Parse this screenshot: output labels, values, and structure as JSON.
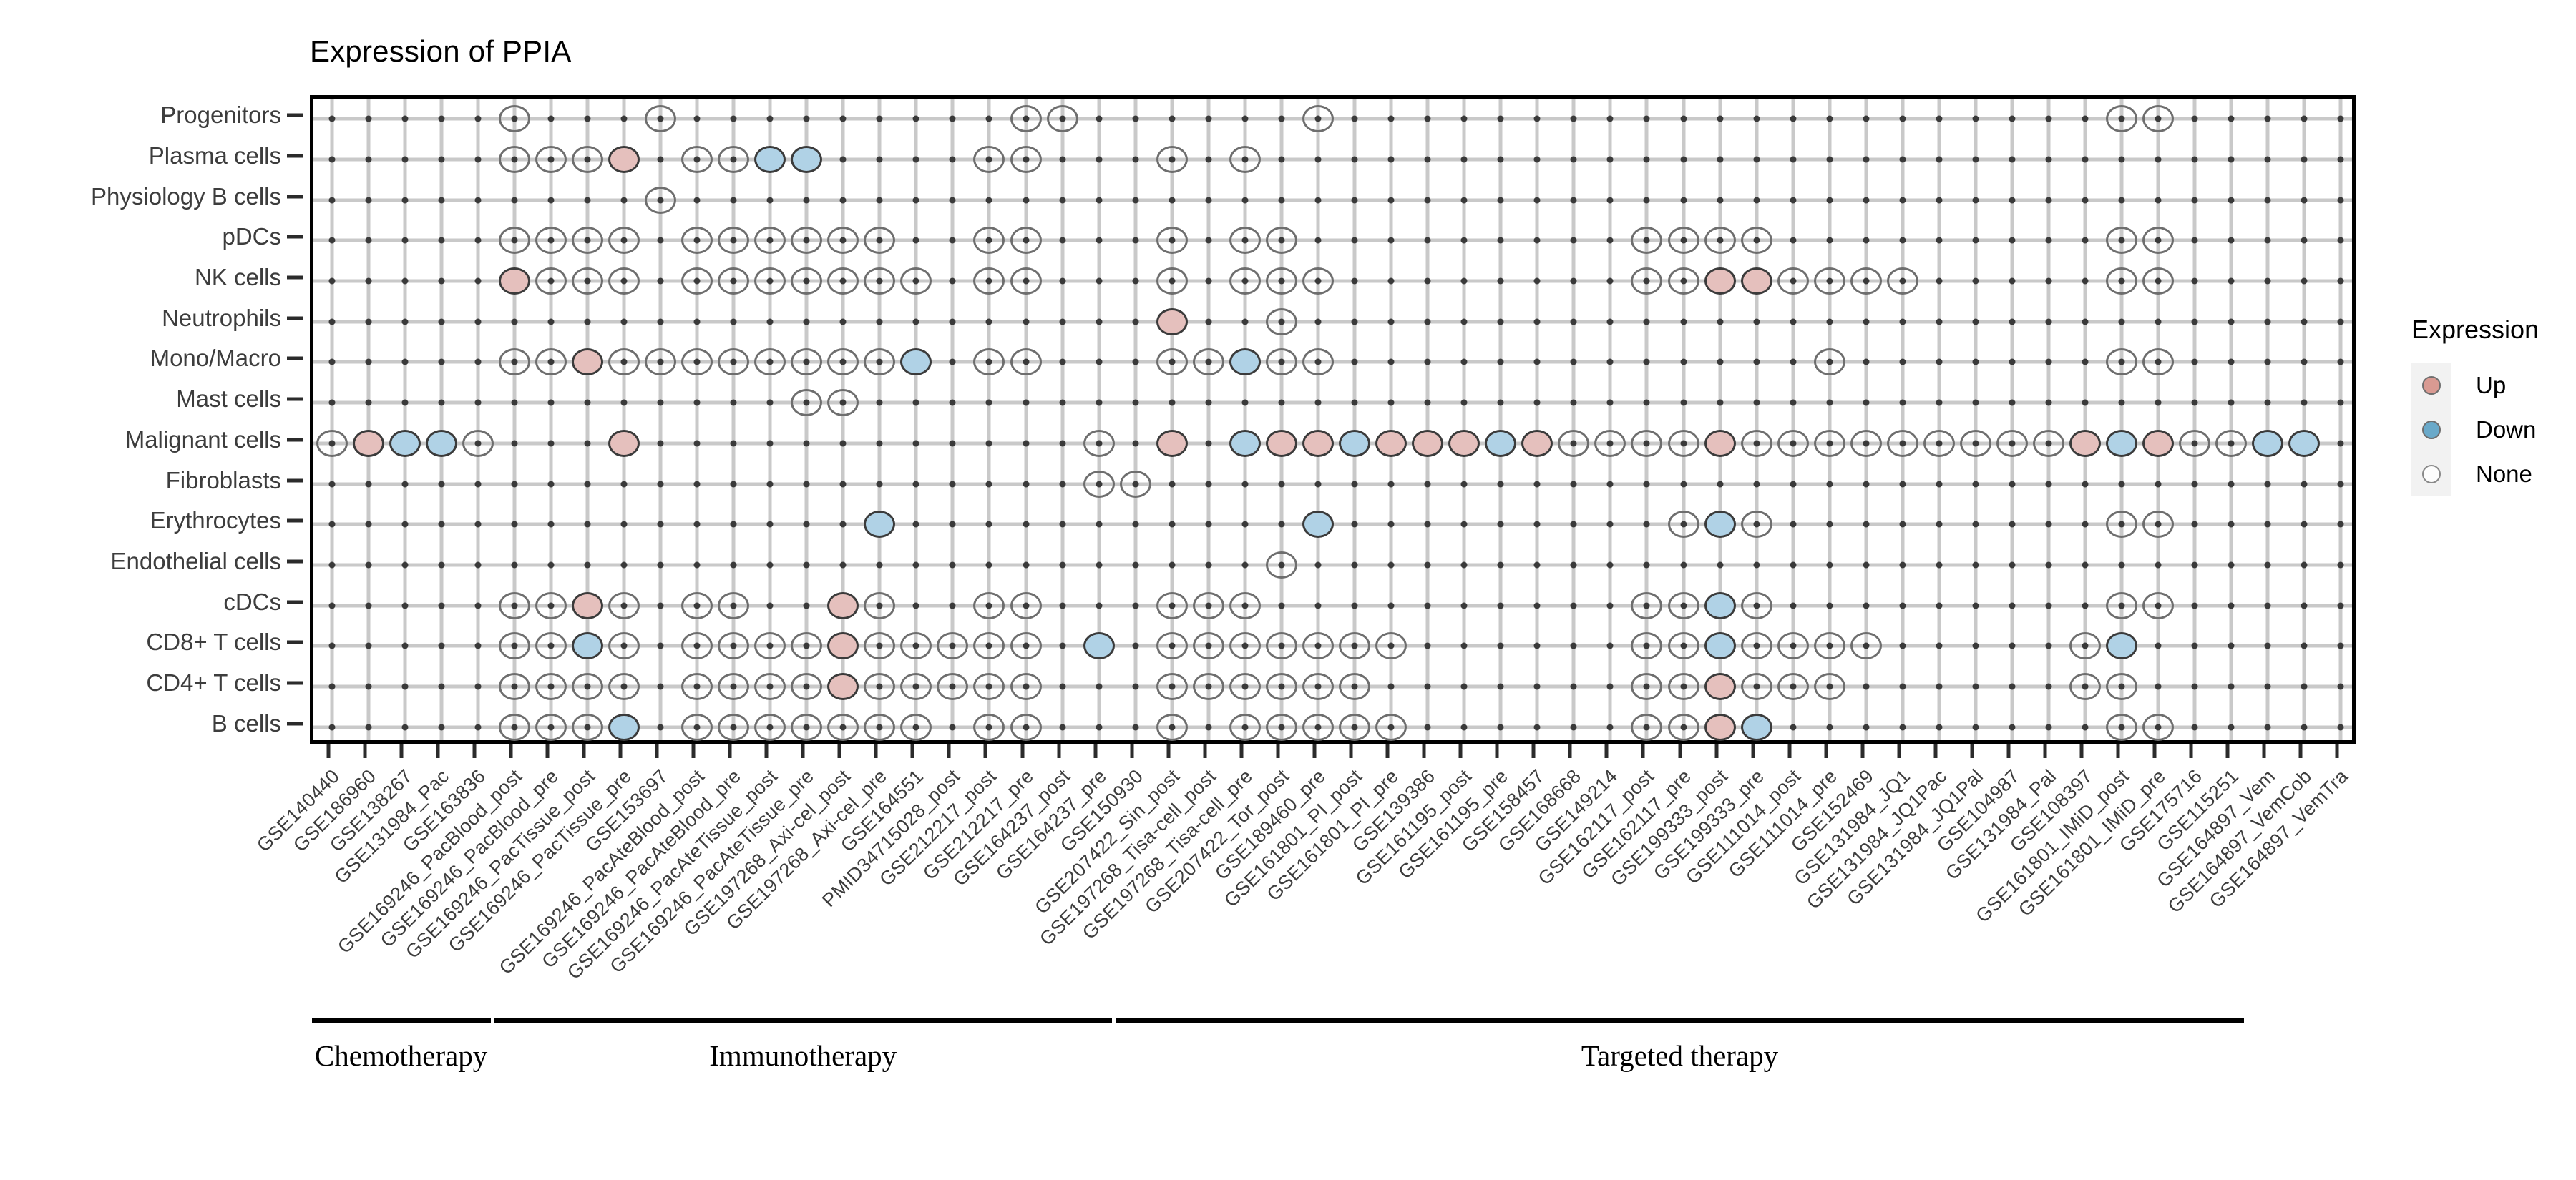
{
  "title": "Expression of PPIA",
  "legend": {
    "title": "Expression",
    "items": [
      {
        "label": "Up",
        "key": "up",
        "color": "#d99a92"
      },
      {
        "label": "Down",
        "key": "down",
        "color": "#6aa9c9"
      },
      {
        "label": "None",
        "key": "none",
        "color": "#fdfdfd"
      }
    ]
  },
  "groups": [
    {
      "label": "Chemotherapy",
      "start": 0,
      "end": 4
    },
    {
      "label": "Immunotherapy",
      "start": 5,
      "end": 21
    },
    {
      "label": "Targeted therapy",
      "start": 22,
      "end": 52
    }
  ],
  "chart_data": {
    "type": "heatmap",
    "title": "Expression of PPIA",
    "xlabel": "",
    "ylabel": "",
    "grid": true,
    "legend_position": "right",
    "value_labels": {
      "up": "Up",
      "down": "Down",
      "none": "None",
      "absent": ""
    },
    "categories": [
      "GSE140440",
      "GSE186960",
      "GSE138267",
      "GSE131984_Pac",
      "GSE163836",
      "GSE169246_PacBlood_post",
      "GSE169246_PacBlood_pre",
      "GSE169246_PacTissue_post",
      "GSE169246_PacTissue_pre",
      "GSE153697",
      "GSE169246_PacAteBlood_post",
      "GSE169246_PacAteBlood_pre",
      "GSE169246_PacAteTissue_post",
      "GSE169246_PacAteTissue_pre",
      "GSE197268_Axi-cel_post",
      "GSE197268_Axi-cel_pre",
      "GSE164551",
      "PMID34715028_post",
      "GSE212217_post",
      "GSE212217_pre",
      "GSE164237_post",
      "GSE164237_pre",
      "GSE150930",
      "GSE207422_Sin_post",
      "GSE197268_Tisa-cell_post",
      "GSE197268_Tisa-cell_pre",
      "GSE207422_Tor_post",
      "GSE189460_pre",
      "GSE161801_PI_post",
      "GSE161801_PI_pre",
      "GSE139386",
      "GSE161195_post",
      "GSE161195_pre",
      "GSE158457",
      "GSE168668",
      "GSE149214",
      "GSE162117_post",
      "GSE162117_pre",
      "GSE199333_post",
      "GSE199333_pre",
      "GSE111014_post",
      "GSE111014_pre",
      "GSE152469",
      "GSE131984_JQ1",
      "GSE131984_JQ1Pac",
      "GSE131984_JQ1Pal",
      "GSE104987",
      "GSE131984_Pal",
      "GSE108397",
      "GSE161801_IMiD_post",
      "GSE161801_IMiD_pre",
      "GSE175716",
      "GSE115251",
      "GSE164897_Vem",
      "GSE164897_VemCob",
      "GSE164897_VemTra"
    ],
    "rows": [
      "Progenitors",
      "Plasma cells",
      "Physiology B cells",
      "pDCs",
      "NK cells",
      "Neutrophils",
      "Mono/Macro",
      "Mast cells",
      "Malignant cells",
      "Fibroblasts",
      "Erythrocytes",
      "Endothelial cells",
      "cDCs",
      "CD8+ T cells",
      "CD4+ T cells",
      "B cells"
    ],
    "matrix": [
      [
        "",
        "",
        "",
        "",
        "",
        "none",
        "",
        "",
        "",
        "none",
        "",
        "",
        "",
        "",
        "",
        "",
        "",
        "",
        "",
        "none",
        "none",
        "",
        "",
        "",
        "",
        "",
        "",
        "none",
        "",
        "",
        "",
        "",
        "",
        "",
        "",
        "",
        "",
        "",
        "",
        "",
        "",
        "",
        "",
        "",
        "",
        "",
        "",
        "",
        "",
        "none",
        "none",
        "",
        "",
        "",
        "",
        ""
      ],
      [
        "",
        "",
        "",
        "",
        "",
        "none",
        "none",
        "none",
        "up",
        "",
        "none",
        "none",
        "down",
        "down",
        "",
        "",
        "",
        "",
        "none",
        "none",
        "",
        "",
        "",
        "none",
        "",
        "none",
        "",
        "",
        "",
        "",
        "",
        "",
        "",
        "",
        "",
        "",
        "",
        "",
        "",
        "",
        "",
        "",
        "",
        "",
        "",
        "",
        "",
        "",
        "",
        "",
        "",
        "",
        "",
        "",
        "",
        ""
      ],
      [
        "",
        "",
        "",
        "",
        "",
        "",
        "",
        "",
        "",
        "none",
        "",
        "",
        "",
        "",
        "",
        "",
        "",
        "",
        "",
        "",
        "",
        "",
        "",
        "",
        "",
        "",
        "",
        "",
        "",
        "",
        "",
        "",
        "",
        "",
        "",
        "",
        "",
        "",
        "",
        "",
        "",
        "",
        "",
        "",
        "",
        "",
        "",
        "",
        "",
        "",
        "",
        "",
        "",
        "",
        "",
        ""
      ],
      [
        "",
        "",
        "",
        "",
        "",
        "none",
        "none",
        "none",
        "none",
        "",
        "none",
        "none",
        "none",
        "none",
        "none",
        "none",
        "",
        "",
        "none",
        "none",
        "",
        "",
        "",
        "none",
        "",
        "none",
        "none",
        "",
        "",
        "",
        "",
        "",
        "",
        "",
        "",
        "",
        "none",
        "none",
        "none",
        "none",
        "",
        "",
        "",
        "",
        "",
        "",
        "",
        "",
        "",
        "none",
        "none",
        "",
        "",
        "",
        "",
        ""
      ],
      [
        "",
        "",
        "",
        "",
        "",
        "up",
        "none",
        "none",
        "none",
        "",
        "none",
        "none",
        "none",
        "none",
        "none",
        "none",
        "none",
        "",
        "none",
        "none",
        "",
        "",
        "",
        "none",
        "",
        "none",
        "none",
        "none",
        "",
        "",
        "",
        "",
        "",
        "",
        "",
        "",
        "none",
        "none",
        "up",
        "up",
        "none",
        "none",
        "none",
        "none",
        "",
        "",
        "",
        "",
        "",
        "none",
        "none",
        "",
        "",
        "",
        "",
        ""
      ],
      [
        "",
        "",
        "",
        "",
        "",
        "",
        "",
        "",
        "",
        "",
        "",
        "",
        "",
        "",
        "",
        "",
        "",
        "",
        "",
        "",
        "",
        "",
        "",
        "up",
        "",
        "",
        "none",
        "",
        "",
        "",
        "",
        "",
        "",
        "",
        "",
        "",
        "",
        "",
        "",
        "",
        "",
        "",
        "",
        "",
        "",
        "",
        "",
        "",
        "",
        "",
        "",
        "",
        "",
        "",
        "",
        ""
      ],
      [
        "",
        "",
        "",
        "",
        "",
        "none",
        "none",
        "up",
        "none",
        "none",
        "none",
        "none",
        "none",
        "none",
        "none",
        "none",
        "down",
        "",
        "none",
        "none",
        "",
        "",
        "",
        "none",
        "none",
        "down",
        "none",
        "none",
        "",
        "",
        "",
        "",
        "",
        "",
        "",
        "",
        "",
        "",
        "",
        "",
        "",
        "none",
        "",
        "",
        "",
        "",
        "",
        "",
        "",
        "none",
        "none",
        "",
        "",
        "",
        "",
        ""
      ],
      [
        "",
        "",
        "",
        "",
        "",
        "",
        "",
        "",
        "",
        "",
        "",
        "",
        "",
        "none",
        "none",
        "",
        "",
        "",
        "",
        "",
        "",
        "",
        "",
        "",
        "",
        "",
        "",
        "",
        "",
        "",
        "",
        "",
        "",
        "",
        "",
        "",
        "",
        "",
        "",
        "",
        "",
        "",
        "",
        "",
        "",
        "",
        "",
        "",
        "",
        "",
        "",
        "",
        "",
        "",
        "",
        ""
      ],
      [
        "none",
        "up",
        "down",
        "down",
        "none",
        "",
        "",
        "",
        "up",
        "",
        "",
        "",
        "",
        "",
        "",
        "",
        "",
        "",
        "",
        "",
        "",
        "none",
        "",
        "up",
        "",
        "down",
        "up",
        "up",
        "down",
        "up",
        "up",
        "up",
        "down",
        "up",
        "none",
        "none",
        "none",
        "none",
        "up",
        "none",
        "none",
        "none",
        "none",
        "none",
        "none",
        "none",
        "none",
        "none",
        "up",
        "down",
        "up",
        "none",
        "none",
        "down",
        "down",
        ""
      ],
      [
        "",
        "",
        "",
        "",
        "",
        "",
        "",
        "",
        "",
        "",
        "",
        "",
        "",
        "",
        "",
        "",
        "",
        "",
        "",
        "",
        "",
        "none",
        "none",
        "",
        "",
        "",
        "",
        "",
        "",
        "",
        "",
        "",
        "",
        "",
        "",
        "",
        "",
        "",
        "",
        "",
        "",
        "",
        "",
        "",
        "",
        "",
        "",
        "",
        "",
        "",
        "",
        "",
        "",
        "",
        "",
        ""
      ],
      [
        "",
        "",
        "",
        "",
        "",
        "",
        "",
        "",
        "",
        "",
        "",
        "",
        "",
        "",
        "",
        "down",
        "",
        "",
        "",
        "",
        "",
        "",
        "",
        "",
        "",
        "",
        "",
        "down",
        "",
        "",
        "",
        "",
        "",
        "",
        "",
        "",
        "",
        "none",
        "down",
        "none",
        "",
        "",
        "",
        "",
        "",
        "",
        "",
        "",
        "",
        "none",
        "none",
        "",
        "",
        "",
        "",
        ""
      ],
      [
        "",
        "",
        "",
        "",
        "",
        "",
        "",
        "",
        "",
        "",
        "",
        "",
        "",
        "",
        "",
        "",
        "",
        "",
        "",
        "",
        "",
        "",
        "",
        "",
        "",
        "",
        "none",
        "",
        "",
        "",
        "",
        "",
        "",
        "",
        "",
        "",
        "",
        "",
        "",
        "",
        "",
        "",
        "",
        "",
        "",
        "",
        "",
        "",
        "",
        "",
        "",
        "",
        "",
        "",
        "",
        ""
      ],
      [
        "",
        "",
        "",
        "",
        "",
        "none",
        "none",
        "up",
        "none",
        "",
        "none",
        "none",
        "",
        "",
        "up",
        "none",
        "",
        "",
        "none",
        "none",
        "",
        "",
        "",
        "none",
        "none",
        "none",
        "",
        "",
        "",
        "",
        "",
        "",
        "",
        "",
        "",
        "",
        "none",
        "none",
        "down",
        "none",
        "",
        "",
        "",
        "",
        "",
        "",
        "",
        "",
        "",
        "none",
        "none",
        "",
        "",
        "",
        "",
        ""
      ],
      [
        "",
        "",
        "",
        "",
        "",
        "none",
        "none",
        "down",
        "none",
        "",
        "none",
        "none",
        "none",
        "none",
        "up",
        "none",
        "none",
        "none",
        "none",
        "none",
        "",
        "down",
        "",
        "none",
        "none",
        "none",
        "none",
        "none",
        "none",
        "none",
        "",
        "",
        "",
        "",
        "",
        "",
        "none",
        "none",
        "down",
        "none",
        "none",
        "none",
        "none",
        "",
        "",
        "",
        "",
        "",
        "none",
        "down",
        "",
        "",
        "",
        "",
        ""
      ],
      [
        "",
        "",
        "",
        "",
        "",
        "none",
        "none",
        "none",
        "none",
        "",
        "none",
        "none",
        "none",
        "none",
        "up",
        "none",
        "none",
        "none",
        "none",
        "none",
        "",
        "",
        "",
        "none",
        "none",
        "none",
        "none",
        "none",
        "none",
        "",
        "",
        "",
        "",
        "",
        "",
        "",
        "none",
        "none",
        "up",
        "none",
        "none",
        "none",
        "",
        "",
        "",
        "",
        "",
        "",
        "none",
        "none",
        "",
        "",
        "",
        "",
        ""
      ],
      [
        "",
        "",
        "",
        "",
        "",
        "none",
        "none",
        "none",
        "down",
        "",
        "none",
        "none",
        "none",
        "none",
        "none",
        "none",
        "none",
        "",
        "none",
        "none",
        "",
        "",
        "",
        "none",
        "",
        "none",
        "none",
        "none",
        "none",
        "none",
        "",
        "",
        "",
        "",
        "",
        "",
        "none",
        "none",
        "up",
        "down",
        "",
        "",
        "",
        "",
        "",
        "",
        "",
        "",
        "",
        "none",
        "none",
        "",
        "",
        "",
        "",
        ""
      ]
    ]
  }
}
